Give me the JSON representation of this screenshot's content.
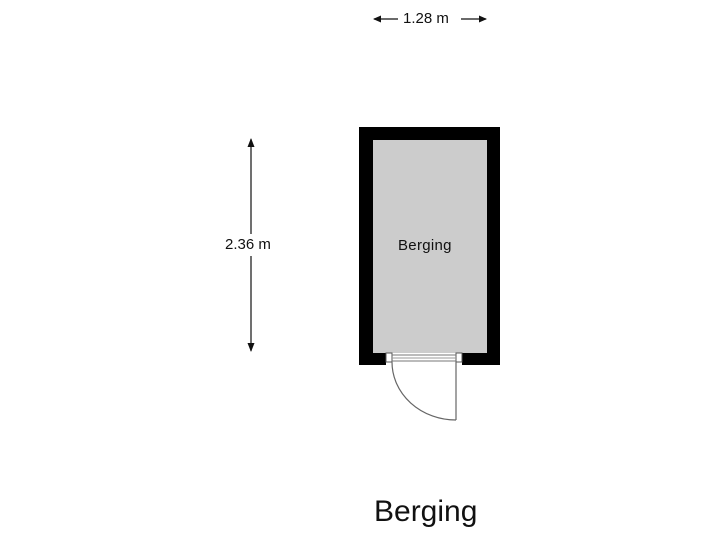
{
  "plan": {
    "title": "Berging",
    "rooms": [
      {
        "name": "Berging",
        "fill": "#cccccc"
      }
    ],
    "dimensions": {
      "width": {
        "label": "1.28 m",
        "orientation": "horizontal"
      },
      "height": {
        "label": "2.36 m",
        "orientation": "vertical"
      }
    },
    "colors": {
      "wall": "#000000",
      "floor": "#cccccc",
      "door_line": "#666666",
      "background": "#ffffff"
    },
    "door": {
      "type": "single-swing",
      "hinge": "right",
      "swing": "outward"
    }
  }
}
